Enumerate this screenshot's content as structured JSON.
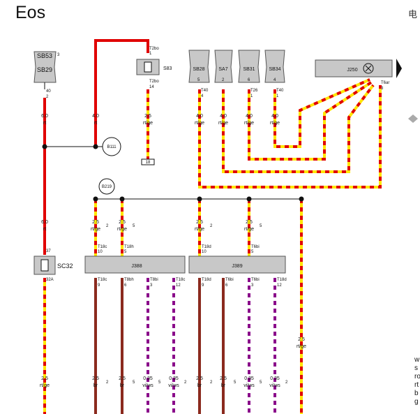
{
  "title": "Eos",
  "side_char": "电",
  "side_text_lines": [
    "w",
    "s",
    "ro",
    "rt",
    "b",
    "g"
  ],
  "colors": {
    "red": "#e00000",
    "yellow": "#ffe600",
    "brown": "#8b2a1e",
    "purple": "#8a0a8a",
    "white": "#ffffff",
    "line": "#111111",
    "box_fill": "#c8c8c8",
    "box_stroke": "#555555"
  },
  "labels": {
    "sb53": "SB53",
    "sb53_pin": "3",
    "sb29": "SB29",
    "sb29_term": "40",
    "sb29_term_pin": "2",
    "s83": "S83",
    "t2bo_top": "T2bo",
    "t2bo_top_pin": "1",
    "t2bo_bot": "T2bo",
    "t2bo_bot_pin": "14",
    "sb28": "SB28",
    "sb28_pin": "5",
    "sa7": "SA7",
    "sa7_pin": "2",
    "sb31": "SB31",
    "sb31_pin": "6",
    "sb34": "SB34",
    "sb34_pin": "4",
    "t40_a": "T40",
    "t40_a_pin": "4",
    "t26": "T26",
    "t26_pin": "1",
    "t40_b": "T40",
    "t40_b_pin": "1",
    "j250": "J250",
    "t6ar": "T6ar",
    "t6ar_pin": "3",
    "w1_size": "6.0",
    "w1_col": "rt",
    "w2_size": "4.0",
    "w2_col": "rt",
    "w3_size": "2.5",
    "w3_col": "rt/ge",
    "w4_size": "4.0",
    "w4_col": "rt/ge",
    "w5_size": "4.0",
    "w5_col": "rt/ge",
    "w6_size": "4.0",
    "w6_col": "rt/ge",
    "w7_size": "4.0",
    "w7_col": "rt/ge",
    "b111": "B111",
    "ref_box": "18",
    "b219": "B219",
    "w8_size": "6.0",
    "w8_col": "rt",
    "w9_size": "2.5",
    "w9_col": "rt/ge",
    "w9_tag": "2",
    "w10_size": "2.5",
    "w10_col": "rt/ge",
    "w10_tag": "5",
    "w11_size": "2.5",
    "w11_col": "rt/ge",
    "w11_tag": "2",
    "w12_size": "2.5",
    "w12_col": "rt/ge",
    "w12_tag": "5",
    "t18c_top": "T18c",
    "t18c_top_pin": "10",
    "t18h_top": "T18h",
    "t18h_top_pin": "5",
    "t18d_top": "T18d",
    "t18d_top_pin": "10",
    "t6bi_top": "T6bi",
    "t6bi_top_pin": "5",
    "j388": "J388",
    "j389": "J389",
    "sc32": "SC32",
    "sc32_top": "37",
    "sc32_bot": "32A",
    "t18c_b1": "T18c",
    "t18c_b1_pin": "9",
    "t8bh": "T8bh",
    "t8bh_pin": "6",
    "t8bi": "T8bi",
    "t8bi_pin": "3",
    "t18c_b2": "T18c",
    "t18c_b2_pin": "12",
    "t18d_b1": "T18d",
    "t18d_b1_pin": "9",
    "t6bi_b": "T6bi",
    "t6bi_b_pin": "6",
    "t8bi_b": "T6bi",
    "t8bi_b_pin": "3",
    "t18d_b2": "T18d",
    "t18d_b2_pin": "12",
    "w13_size": "2.5",
    "w13_col": "rt/ge",
    "w14_size": "2.5",
    "w14_col": "rt/ge",
    "w15_size": "2.5",
    "w15_col": "br",
    "w15_tag": "2",
    "w16_size": "2.5",
    "w16_col": "br",
    "w16_tag": "5",
    "w17_size": "0.35",
    "w17_col": "vi/ws",
    "w17_tag": "5",
    "w18_size": "0.35",
    "w18_col": "vi/ws",
    "w18_tag": "2",
    "w19_size": "2.5",
    "w19_col": "br",
    "w19_tag": "2",
    "w20_size": "2.5",
    "w20_col": "br",
    "w20_tag": "5",
    "w21_size": "0.35",
    "w21_col": "vi/ws",
    "w21_tag": "5",
    "w22_size": "0.35",
    "w22_col": "vi/ws",
    "w22_tag": "2"
  }
}
